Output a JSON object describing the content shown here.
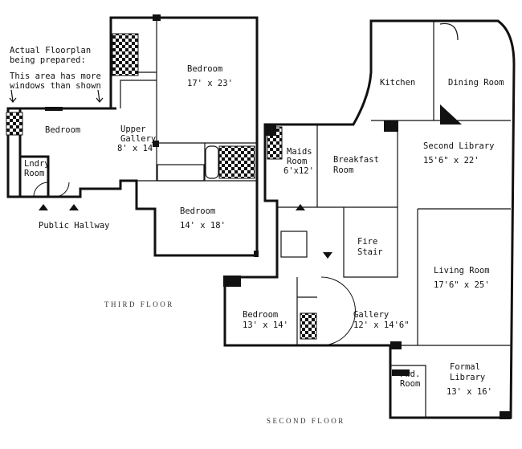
{
  "note": {
    "line1": "Actual Floorplan",
    "line2": "being prepared:",
    "line3": "This area has more",
    "line4": "windows than shown"
  },
  "third_floor": {
    "heading": "THIRD FLOOR",
    "rooms": {
      "bedroom_left": {
        "name": "Bedroom"
      },
      "laundry": {
        "name1": "Lndry",
        "name2": "Room"
      },
      "upper_gallery": {
        "name1": "Upper",
        "name2": "Gallery",
        "dims": "8' x 14'"
      },
      "bedroom_top": {
        "name": "Bedroom",
        "dims": "17' x 23'"
      },
      "bedroom_mid": {
        "name": "Bedroom",
        "dims": "14' x 18'"
      }
    },
    "public_hallway": "Public Hallway"
  },
  "second_floor": {
    "heading": "SECOND FLOOR",
    "rooms": {
      "kitchen": {
        "name": "Kitchen"
      },
      "dining": {
        "name": "Dining Room"
      },
      "second_library": {
        "name": "Second Library",
        "dims": "15'6\" x 22'"
      },
      "maids": {
        "name1": "Maids",
        "name2": "Room",
        "dims": "6'x12'"
      },
      "breakfast": {
        "name1": "Breakfast",
        "name2": "Room"
      },
      "fire_stair": {
        "name1": "Fire",
        "name2": "Stair"
      },
      "living": {
        "name": "Living Room",
        "dims": "17'6\" x 25'"
      },
      "bedroom": {
        "name": "Bedroom",
        "dims": "13' x 14'"
      },
      "gallery": {
        "name": "Gallery",
        "dims": "12' x 14'6\""
      },
      "powder": {
        "name1": "Pwd.",
        "name2": "Room"
      },
      "formal_library": {
        "name1": "Formal",
        "name2": "Library",
        "dims": "13' x 16'"
      }
    }
  }
}
